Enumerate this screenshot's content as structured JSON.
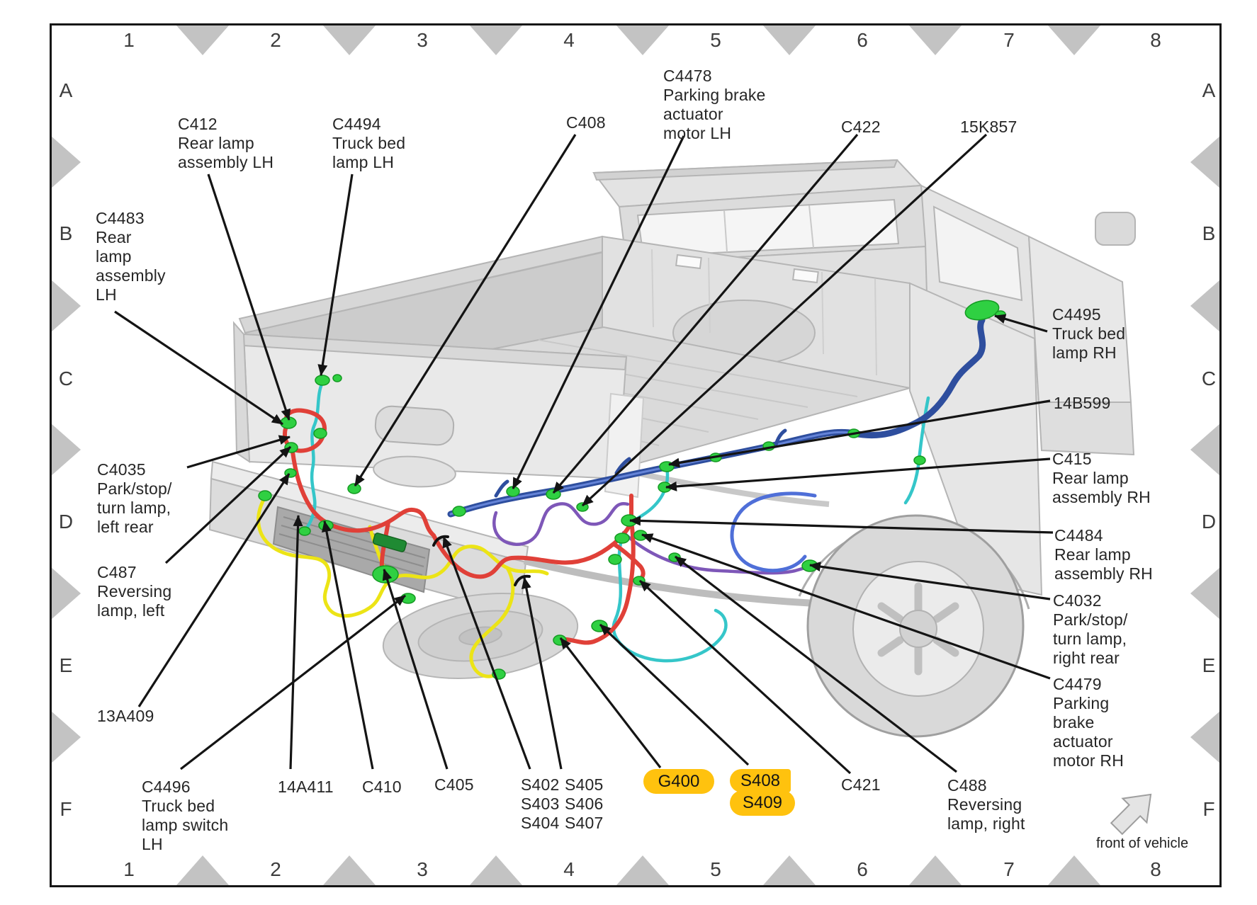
{
  "figure": {
    "description": "Rear lamp and truck bed wiring harness location diagram, pickup truck viewed from rear left",
    "front_of_vehicle_label": "front of vehicle"
  },
  "grid": {
    "columns": [
      "1",
      "2",
      "3",
      "4",
      "5",
      "6",
      "7",
      "8"
    ],
    "rows": [
      "A",
      "B",
      "C",
      "D",
      "E",
      "F"
    ]
  },
  "callouts": {
    "c412": {
      "lines": [
        "C412",
        "Rear lamp",
        "assembly LH"
      ]
    },
    "c4494": {
      "lines": [
        "C4494",
        "Truck bed",
        "lamp LH"
      ]
    },
    "c408": {
      "lines": [
        "C408"
      ]
    },
    "c4478": {
      "lines": [
        "C4478",
        "Parking brake",
        "actuator",
        "motor LH"
      ]
    },
    "c422": {
      "lines": [
        "C422"
      ]
    },
    "k15k857": {
      "lines": [
        "15K857"
      ]
    },
    "c4483": {
      "lines": [
        "C4483",
        "Rear",
        "lamp",
        "assembly",
        "LH"
      ]
    },
    "c4495": {
      "lines": [
        "C4495",
        "Truck bed",
        "lamp RH"
      ]
    },
    "b14b599": {
      "lines": [
        "14B599"
      ]
    },
    "c415": {
      "lines": [
        "C415",
        "Rear lamp",
        "assembly RH"
      ]
    },
    "c4484": {
      "lines": [
        "C4484",
        "Rear lamp",
        "assembly RH"
      ]
    },
    "c4035": {
      "lines": [
        "C4035",
        "Park/stop/",
        "turn lamp,",
        "left rear"
      ]
    },
    "c4032": {
      "lines": [
        "C4032",
        "Park/stop/",
        "turn lamp,",
        "right rear"
      ]
    },
    "c487": {
      "lines": [
        "C487",
        "Reversing",
        "lamp, left"
      ]
    },
    "c4479": {
      "lines": [
        "C4479",
        "Parking",
        "brake",
        "actuator",
        "motor RH"
      ]
    },
    "a13a409": {
      "lines": [
        "13A409"
      ]
    },
    "c4496": {
      "lines": [
        "C4496",
        "Truck bed",
        "lamp switch",
        "LH"
      ]
    },
    "a14a411": {
      "lines": [
        "14A411"
      ]
    },
    "c410": {
      "lines": [
        "C410"
      ]
    },
    "c405": {
      "lines": [
        "C405"
      ]
    },
    "splices_col1": {
      "lines": [
        "S402",
        "S403",
        "S404"
      ]
    },
    "splices_col2": {
      "lines": [
        "S405",
        "S406",
        "S407"
      ]
    },
    "c421": {
      "lines": [
        "C421"
      ]
    },
    "c488": {
      "lines": [
        "C488",
        "Reversing",
        "lamp, right"
      ]
    }
  },
  "highlights": {
    "color": "#ffc20e",
    "g400": "G400",
    "s408": "S408",
    "s409": "S409"
  },
  "colors": {
    "harness_red": "#e04038",
    "harness_teal": "#35c6c9",
    "harness_blue_dark": "#2e4e9e",
    "harness_blue_medium": "#4f6fd8",
    "harness_purple": "#7e57b8",
    "harness_yellow": "#ece416",
    "connector_green": "#2fd042",
    "leader_black": "#141414",
    "grid_triangle_gray": "#c3c3c3"
  }
}
